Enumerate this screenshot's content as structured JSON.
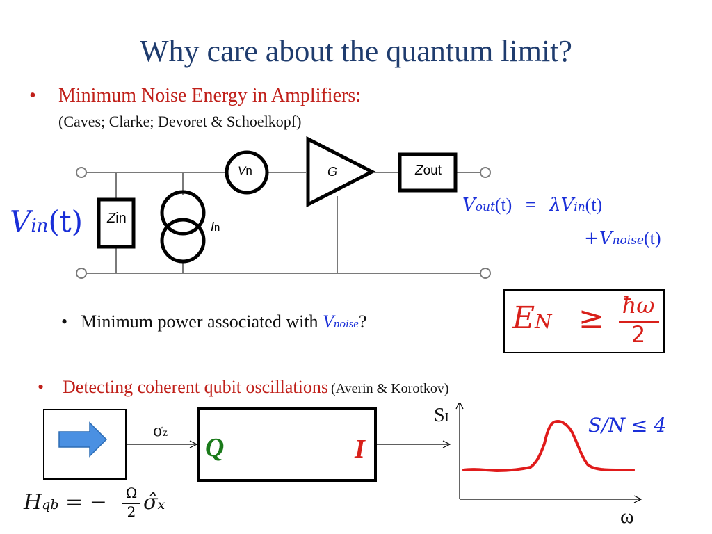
{
  "title": "Why care about the quantum limit?",
  "bullet1": {
    "marker": "•",
    "heading": "Minimum Noise Energy in Amplifiers:",
    "refs": "(Caves; Clarke; Devoret & Schoelkopf)"
  },
  "circuit": {
    "vin_label": "V",
    "vin_sub": "in",
    "vin_arg": "(t)",
    "zin": "Z",
    "zin_sub": "in",
    "in": "I",
    "in_sub": "n",
    "vn": "V",
    "vn_sub": "n",
    "gain": "G",
    "zout": "Z",
    "zout_sub": "out"
  },
  "output_eq": {
    "line1_lhs": "V",
    "line1_lhs_sub": "out",
    "line1_lhs_arg": "(t)",
    "equals": "=",
    "line1_rhs": "λV",
    "line1_rhs_sub": "in",
    "line1_rhs_arg": "(t)",
    "line2": "+V",
    "line2_sub": "noise",
    "line2_arg": "(t)"
  },
  "sub_bullet": {
    "marker": "•",
    "text": "Minimum power associated with ",
    "var": "V",
    "var_sub": "noise",
    "end": "?"
  },
  "energy_box": {
    "lhs": "E",
    "lhs_sub": "N",
    "geq": "≥",
    "numerator": "ħω",
    "denominator": "2"
  },
  "bullet2": {
    "marker": "•",
    "heading": "Detecting coherent qubit oscillations",
    "refs": "(Averin & Korotkov)"
  },
  "qubit_diagram": {
    "sigma": "σ",
    "sigma_sub": "z",
    "q_label": "Q",
    "i_label": "I",
    "hamiltonian_lhs": "H",
    "hamiltonian_sub": "qb",
    "hamiltonian_eq": "= −",
    "omega_frac_num": "Ω",
    "omega_frac_den": "2",
    "sigma_hat": "σ̂",
    "sigma_hat_sub": "x",
    "spectrum_ylabel": "S",
    "spectrum_ylabel_sub": "I",
    "spectrum_xlabel": "ω",
    "snr": "S/N ≤ 4"
  },
  "colors": {
    "title": "#1f3c6e",
    "red_text": "#c0201a",
    "blue_math": "#1a2fd8",
    "red_math": "#d8201a",
    "q_green": "#1a7a1a",
    "arrow_blue": "#4a90e2",
    "curve_red": "#e01b1b"
  }
}
